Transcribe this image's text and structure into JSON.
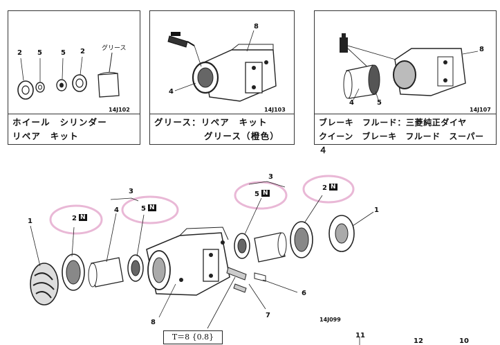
{
  "panels": [
    {
      "id": "wheel-cylinder-repair-kit",
      "part_labels": [
        "2",
        "5",
        "5",
        "2"
      ],
      "grease_label": "グリース",
      "figure_ref": "14J102",
      "caption_line1": "ホイール　シリンダー",
      "caption_line2": "リペア　キット"
    },
    {
      "id": "grease",
      "part_labels": [
        "8",
        "4"
      ],
      "figure_ref": "14J103",
      "caption_line1": "グリース：リペア　キット",
      "caption_line2": "グリース（橙色）"
    },
    {
      "id": "brake-fluid",
      "part_labels": [
        "8",
        "4",
        "5"
      ],
      "figure_ref": "14J107",
      "caption_line1": "ブレーキ　フルード：三菱純正ダイヤ",
      "caption_line2": "クイーン　ブレーキ　フルード　スーパー４"
    }
  ],
  "main_diagram": {
    "figure_ref": "14J099",
    "labels": {
      "l1_left": "1",
      "l2_left": "2",
      "l2_left_marker": "N",
      "l3_left": "3",
      "l4_left": "4",
      "l5_left": "5",
      "l5_left_marker": "N",
      "l8": "8",
      "l3_right": "3",
      "l5_right": "5",
      "l5_right_marker": "N",
      "l2_right": "2",
      "l2_right_marker": "N",
      "l1_right": "1",
      "l6": "6",
      "l7": "7",
      "l11": "11",
      "l12": "12",
      "l10": "10"
    },
    "torque_spec": "T＝8 {0.8}",
    "highlight_color": "#e9b8d6"
  }
}
